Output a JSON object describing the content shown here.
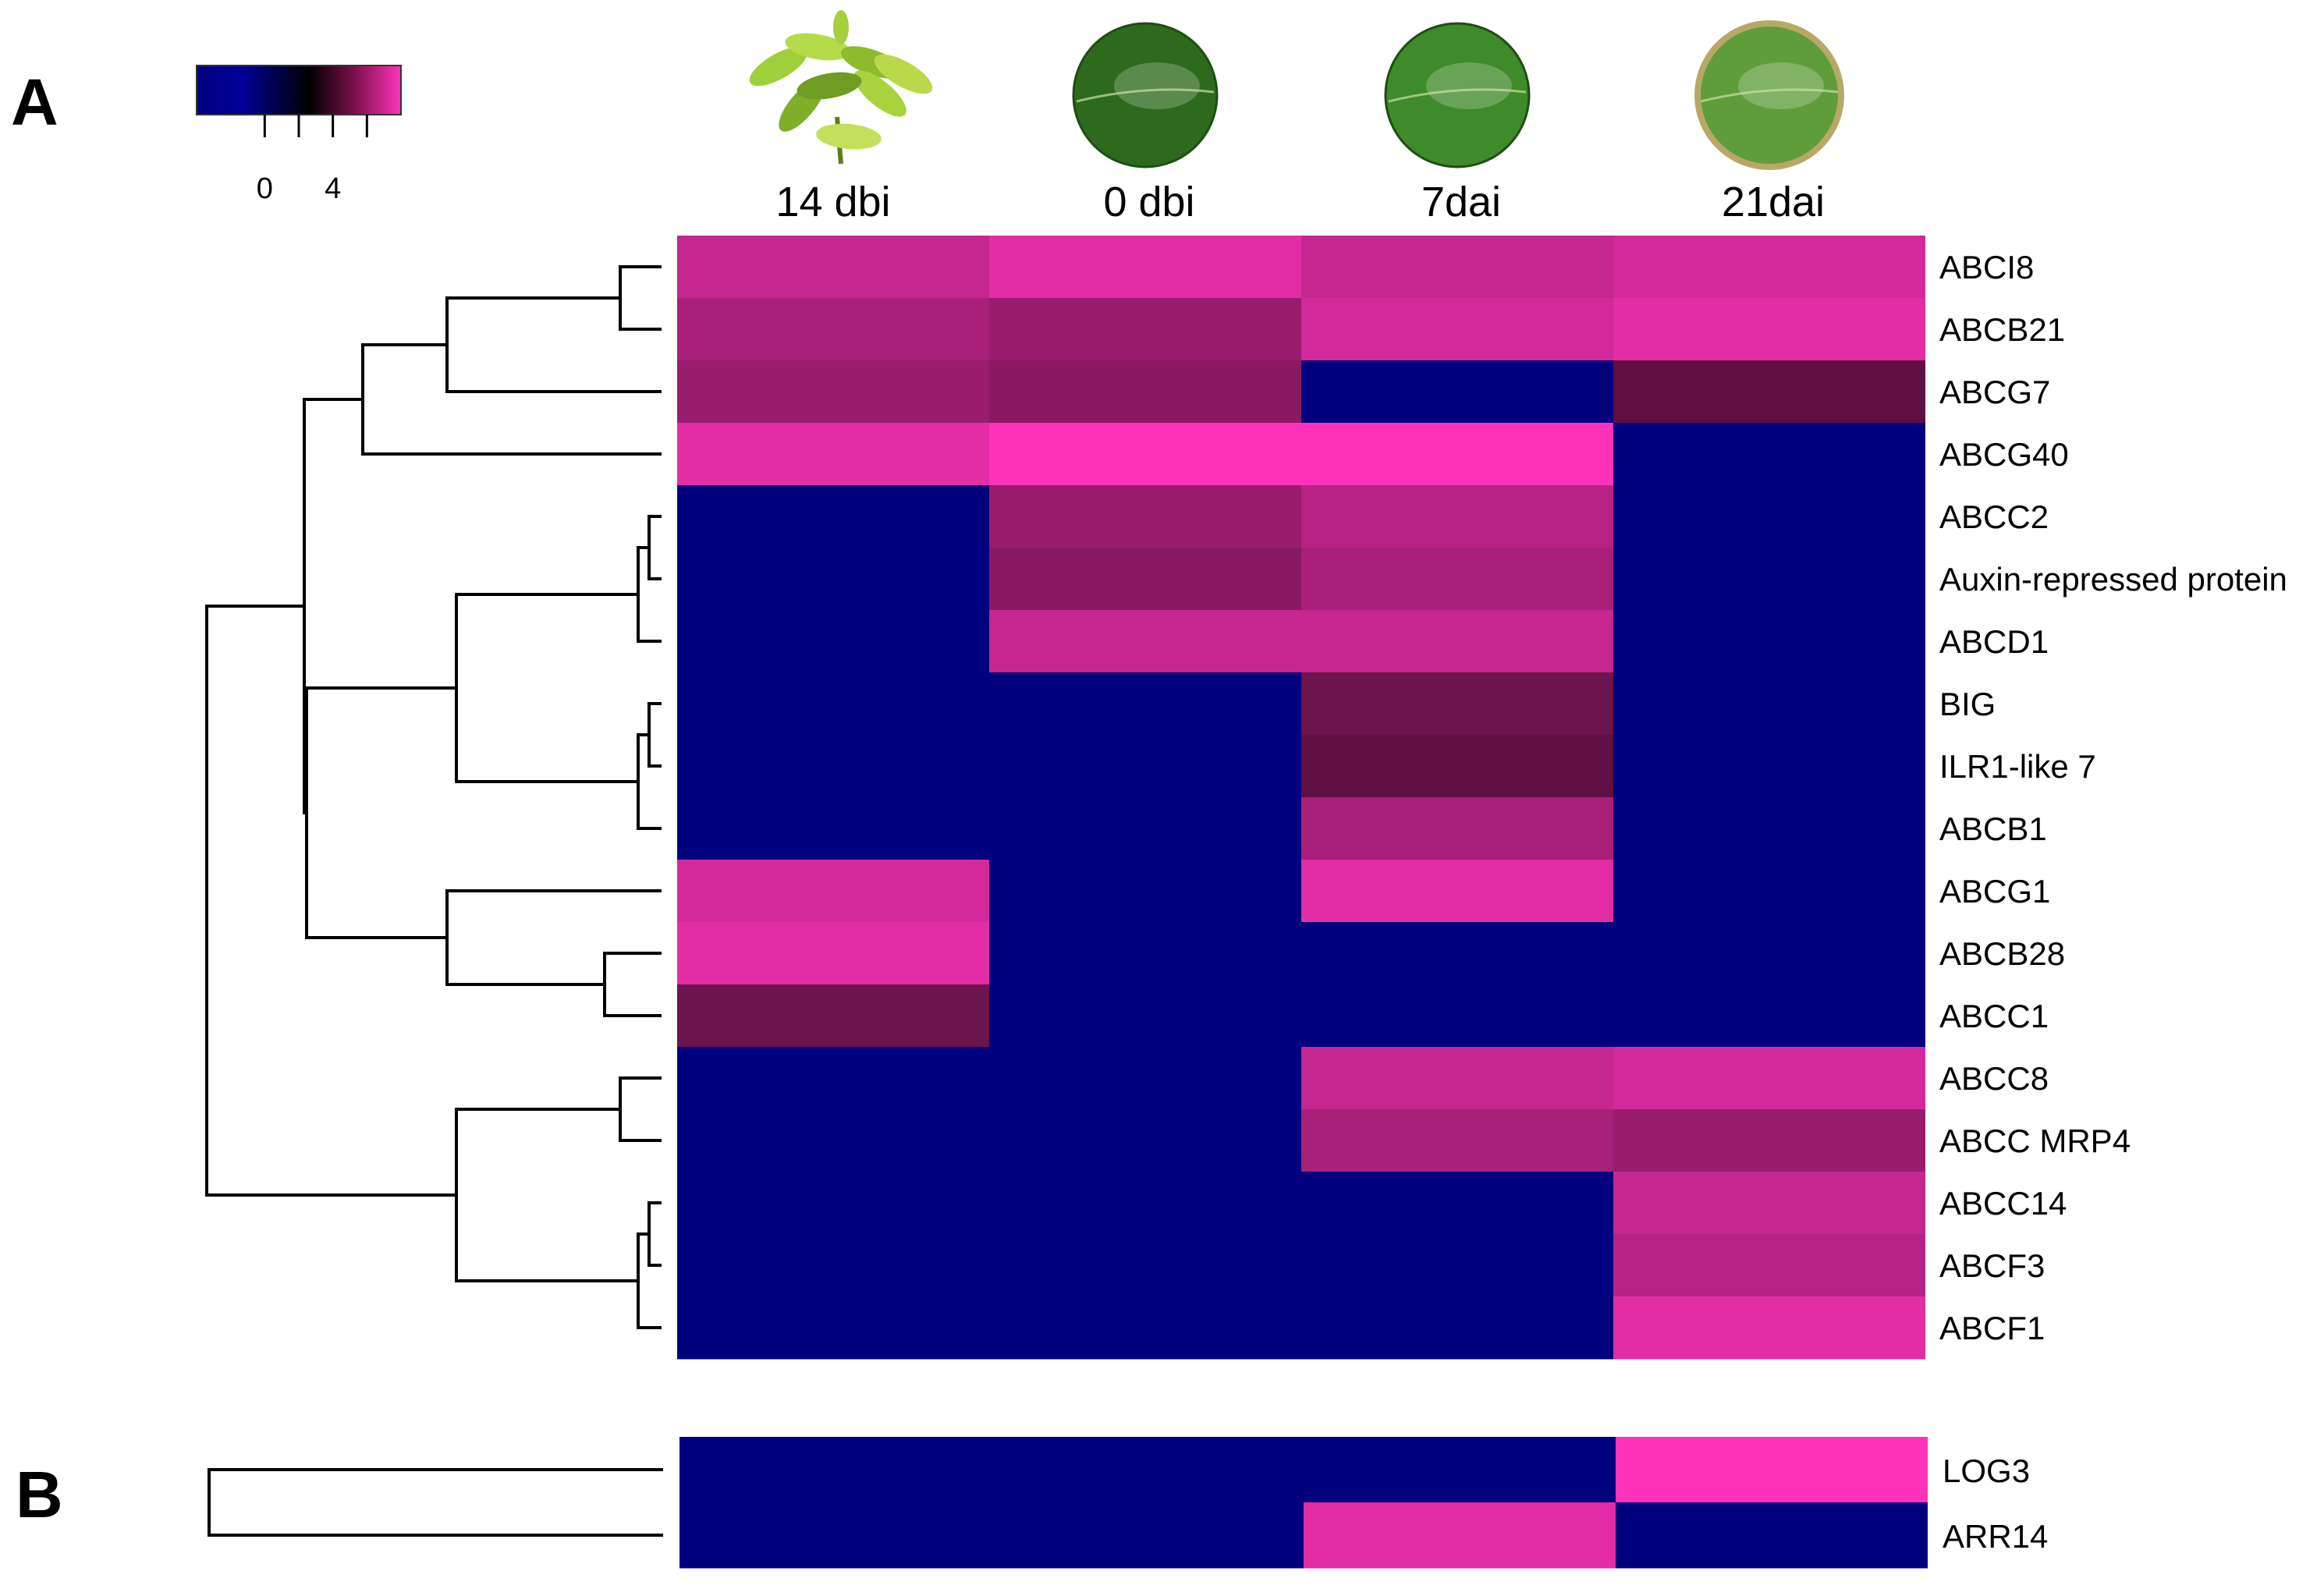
{
  "panel_labels": {
    "a": "A",
    "b": "B"
  },
  "colors": {
    "low": "#00007f",
    "mid": "#000000",
    "high": "#ff33bb",
    "dendrogram": "#000000"
  },
  "chart_data": [
    {
      "panel": "A",
      "type": "heatmap",
      "columns": [
        "14 dbi",
        "0 dbi",
        "7dai",
        "21dai"
      ],
      "column_icons": [
        "leaf-shoot-icon",
        "leaf-disc-icon",
        "leaf-disc-icon",
        "leaf-disc-icon"
      ],
      "colorbar": {
        "ticks": [
          0,
          4
        ],
        "range": [
          -4,
          8
        ]
      },
      "rows": [
        "ABCI8",
        "ABCB21",
        "ABCG7",
        "ABCG40",
        "ABCC2",
        "Auxin-repressed protein",
        "ABCD1",
        "BIG",
        "ILR1-like 7",
        "ABCB1",
        "ABCG1",
        "ABCB28",
        "ABCC1",
        "ABCC8",
        "ABCC MRP4",
        "ABCC14",
        "ABCF3",
        "ABCF1"
      ],
      "values": [
        [
          6.0,
          7.0,
          6.0,
          6.5
        ],
        [
          5.0,
          4.5,
          6.5,
          7.0
        ],
        [
          4.5,
          4.0,
          -4.0,
          2.5
        ],
        [
          7.0,
          8.0,
          8.0,
          -4.0
        ],
        [
          -4.0,
          4.5,
          5.5,
          -4.0
        ],
        [
          -4.0,
          4.0,
          5.0,
          -4.0
        ],
        [
          -4.0,
          6.0,
          6.0,
          -4.0
        ],
        [
          -4.0,
          -4.0,
          3.0,
          -4.0
        ],
        [
          -4.0,
          -4.0,
          2.5,
          -4.0
        ],
        [
          -4.0,
          -4.0,
          5.0,
          -4.0
        ],
        [
          6.5,
          -4.0,
          7.0,
          -4.0
        ],
        [
          7.0,
          -4.0,
          -4.0,
          -4.0
        ],
        [
          3.0,
          -4.0,
          -4.0,
          -4.0
        ],
        [
          -4.0,
          -4.0,
          6.0,
          6.5
        ],
        [
          -4.0,
          -4.0,
          5.0,
          4.5
        ],
        [
          -4.0,
          -4.0,
          -4.0,
          6.0
        ],
        [
          -4.0,
          -4.0,
          -4.0,
          5.5
        ],
        [
          -4.0,
          -4.0,
          -4.0,
          7.0
        ]
      ]
    },
    {
      "panel": "B",
      "type": "heatmap",
      "columns": [
        "14 dbi",
        "0 dbi",
        "7dai",
        "21dai"
      ],
      "rows": [
        "LOG3",
        "ARR14"
      ],
      "values": [
        [
          -4.0,
          -4.0,
          -4.0,
          8.0
        ],
        [
          -4.0,
          -4.0,
          7.0,
          -4.0
        ]
      ]
    }
  ]
}
